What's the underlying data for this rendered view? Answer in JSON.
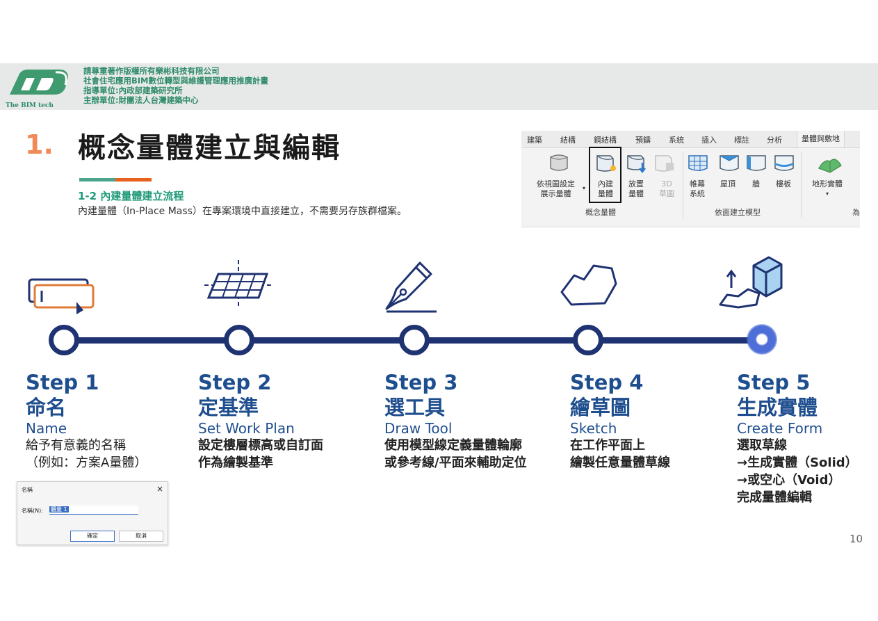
{
  "header": {
    "logo_text": "The BIM tech",
    "lines": [
      "請尊重著作版權所有樂彬科技有限公司",
      "社會住宅應用BIM數位轉型與維護管理應用推廣計畫",
      "指導單位:內政部建築研究所",
      "主辦單位:財團法人台灣建築中心"
    ],
    "accent_color": "#2f8c6a"
  },
  "title": {
    "number": "1.",
    "text": "概念量體建立與編輯"
  },
  "subtitle": "1-2 內建量體建立流程",
  "description": "內建量體（In-Place Mass）在專案環境中直接建立，不需要另存族群檔案。",
  "ribbon": {
    "tabs": [
      "建築",
      "結構",
      "鋼結構",
      "預鑄",
      "系統",
      "插入",
      "標註",
      "分析",
      "量體與敷地"
    ],
    "active_tab": "量體與敷地",
    "buttons": {
      "show_mass_l1": "依視圖設定",
      "show_mass_l2": "展示量體",
      "inplace_l1": "內建",
      "inplace_l2": "量體",
      "place_l1": "放置",
      "place_l2": "量體",
      "threed_l1": "3D",
      "threed_l2": "草圖",
      "curtain_l1": "帷幕",
      "curtain_l2": "系統",
      "roof": "屋頂",
      "wall": "牆",
      "floor": "樓板",
      "topo": "地形實體"
    },
    "groups": {
      "conceptual_mass": "概念量體",
      "model_by_face": "依面建立模型",
      "partial": "為"
    }
  },
  "steps": [
    {
      "step": "Step 1",
      "name": "命名",
      "en": "Name",
      "desc": [
        "給予有意義的名稱",
        "（例如：方案A量體）"
      ]
    },
    {
      "step": "Step 2",
      "name": "定基準",
      "en": "Set Work Plan",
      "desc": [
        "設定樓層標高或自訂面",
        "作為繪製基準"
      ]
    },
    {
      "step": "Step 3",
      "name": "選工具",
      "en": "Draw Tool",
      "desc": [
        "使用模型線定義量體輪廓",
        "或參考線/平面來輔助定位"
      ]
    },
    {
      "step": "Step 4",
      "name": "繪草圖",
      "en": "Sketch",
      "desc": [
        "在工作平面上",
        "繪製任意量體草線"
      ]
    },
    {
      "step": "Step 5",
      "name": "生成實體",
      "en": "Create Form",
      "desc": [
        "選取草線",
        "→生成實體（Solid）",
        "→或空心（Void）",
        "完成量體編輯"
      ]
    }
  ],
  "dialog": {
    "title": "名稱",
    "label": "名稱(N):",
    "value": "體量 1",
    "ok": "確定",
    "cancel": "取消"
  },
  "page_number": "10",
  "colors": {
    "step_blue": "#1f4e8f",
    "timeline": "#1f3272",
    "title_number": "#f08a57"
  }
}
